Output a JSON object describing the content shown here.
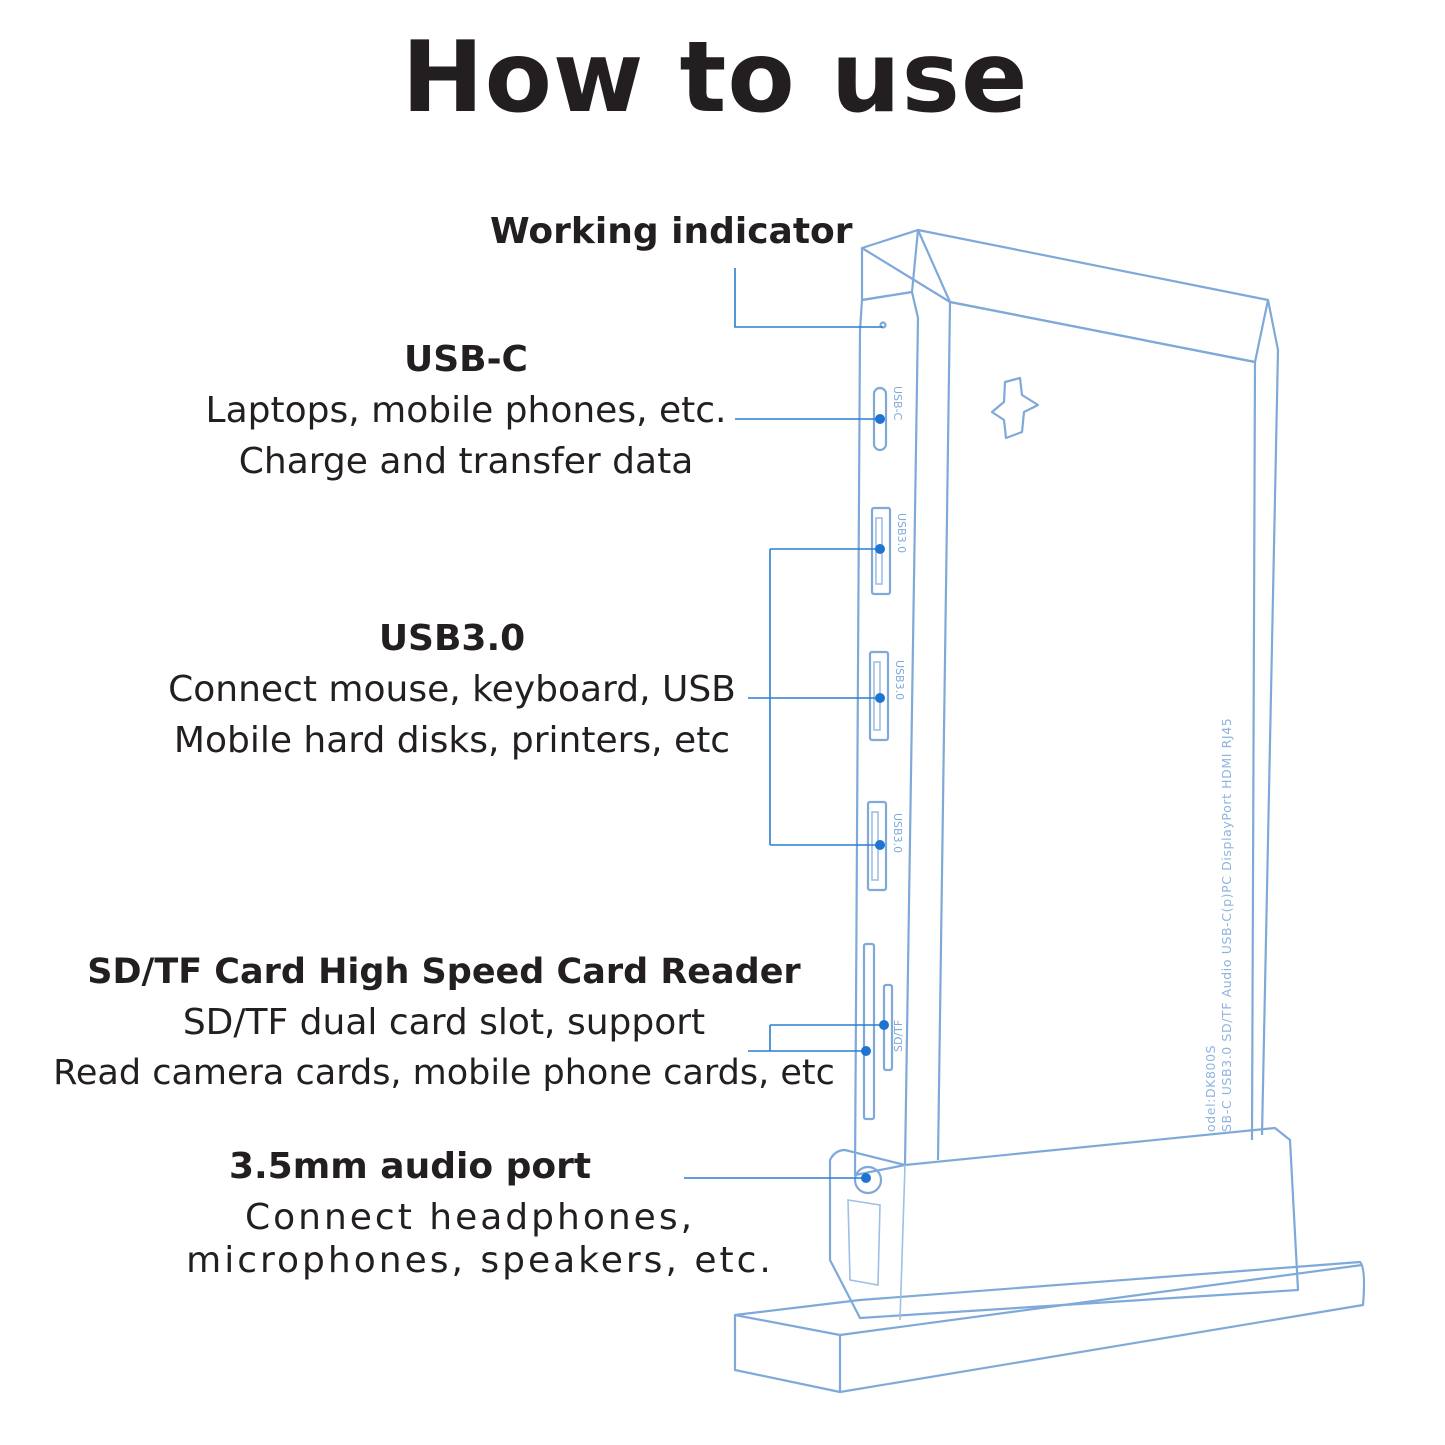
{
  "title": "How to use",
  "labels": {
    "working": {
      "head": "Working indicator"
    },
    "usbc": {
      "head": "USB-C",
      "lines": [
        "Laptops, mobile phones, etc.",
        "Charge and transfer data"
      ]
    },
    "usb3": {
      "head": "USB3.0",
      "lines": [
        "Connect mouse, keyboard, USB",
        "Mobile hard disks, printers, etc"
      ]
    },
    "sdtf": {
      "head": "SD/TF Card High Speed Card Reader",
      "lines": [
        "SD/TF dual card slot, support",
        "Read camera cards, mobile phone cards, etc"
      ]
    },
    "audio": {
      "head": "3.5mm audio port",
      "lines": [
        "Connect headphones,",
        "microphones, speakers, etc."
      ]
    }
  },
  "device": {
    "port_labels": [
      "USB-C",
      "USB3.0",
      "USB3.0",
      "USB3.0",
      "SD/TF"
    ],
    "side_text": [
      "odel:DK800S",
      "SB-C USB3.0 SD/TF Audio USB-C(p)PC DisplayPort HDMI RJ45"
    ]
  },
  "colors": {
    "outline": "#7fa9d8",
    "callout": "#2a7fd0",
    "dot": "#1f74d1",
    "text": "#231f20"
  }
}
